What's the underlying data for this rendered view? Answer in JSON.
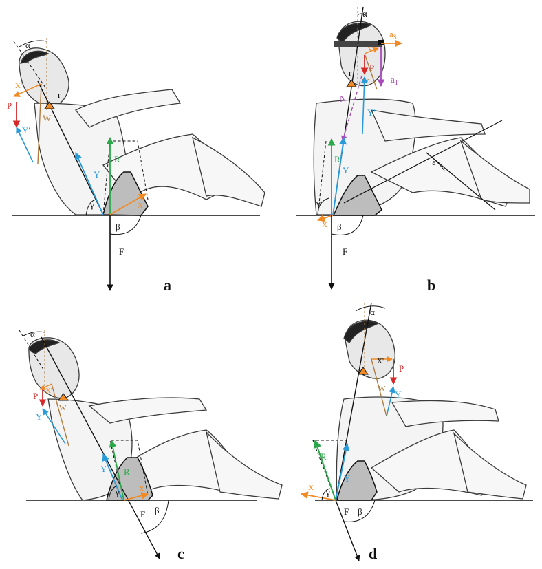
{
  "figure": {
    "panels": [
      {
        "id": "a",
        "label": "a",
        "symbols": {
          "alpha": "α",
          "gamma": "γ",
          "beta": "β",
          "r": "r",
          "P": "P",
          "W": "W",
          "X_prime": "X'",
          "Y_prime": "Y'",
          "Y": "Y",
          "R": "R",
          "X": "X",
          "F": "F"
        }
      },
      {
        "id": "b",
        "label": "b",
        "symbols": {
          "alpha": "α",
          "gamma": "γ",
          "beta": "β",
          "epsilon": "ε",
          "r": "r",
          "P": "P",
          "W": "W",
          "X_prime": "X'",
          "Y_prime": "Y'",
          "Y": "Y",
          "R": "R",
          "X": "X",
          "F": "F",
          "N": "N",
          "aS": "a",
          "aS_sub": "S",
          "aT": "a",
          "aT_sub": "T"
        }
      },
      {
        "id": "c",
        "label": "c",
        "symbols": {
          "alpha": "α",
          "gamma": "γ",
          "beta": "β",
          "P": "P",
          "W": "W",
          "X_prime": "X'",
          "Y_prime": "Y'",
          "Y": "Y",
          "R": "R",
          "X": "X",
          "F": "F"
        }
      },
      {
        "id": "d",
        "label": "d",
        "symbols": {
          "alpha": "α",
          "gamma": "γ",
          "beta": "β",
          "P": "P",
          "W": "W",
          "X_prime": "X'",
          "Y_prime": "Y'",
          "Y": "Y",
          "R": "R",
          "X": "X",
          "F": "F"
        }
      }
    ],
    "colors": {
      "black": "#111111",
      "red": "#d42a2a",
      "orange": "#f08a24",
      "brown": "#b07a3a",
      "blue": "#2a9ad8",
      "green": "#2aa84a",
      "purple": "#a84ab8",
      "shade": "#bdbdbd",
      "body_outline": "#3a3a3a"
    }
  }
}
